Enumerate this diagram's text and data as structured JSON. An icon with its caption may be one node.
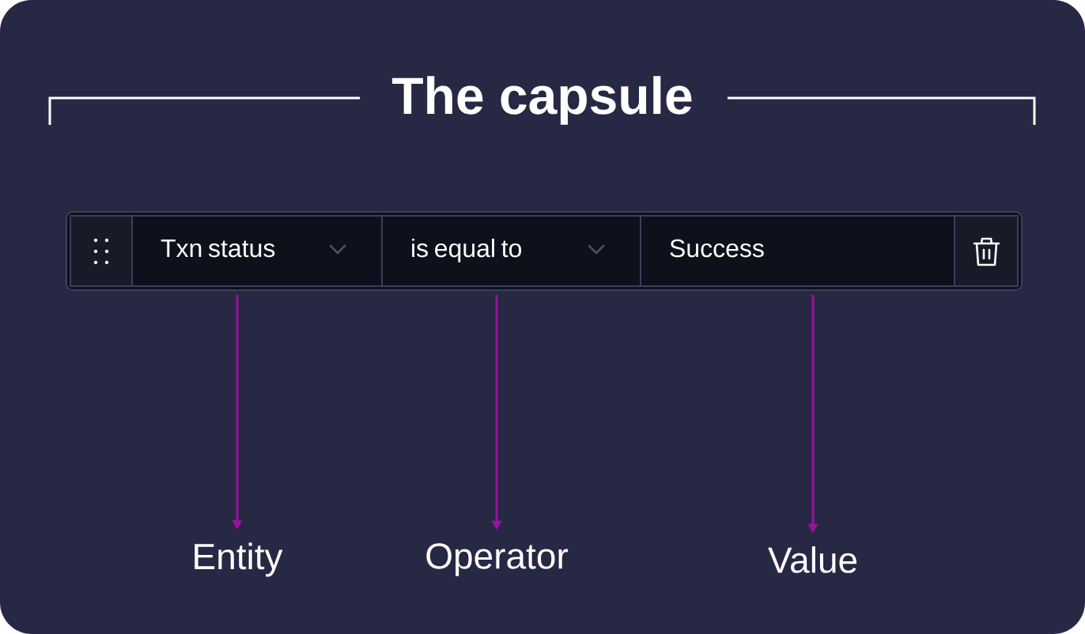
{
  "diagram": {
    "title": "The capsule",
    "nodes": [
      {
        "text": [],
        "shape": "bar"
      },
      {
        "text": [],
        "shape": "box",
        "in": 0
      },
      {
        "text": [
          "Txn status"
        ],
        "in": 0
      },
      {
        "text": [
          "is equal to"
        ],
        "in": 0
      },
      {
        "text": [
          "Success"
        ],
        "in": 0
      },
      {
        "text": [],
        "shape": "box",
        "in": 0
      },
      {
        "text": [
          "Entity"
        ]
      },
      {
        "text": [
          "Operator"
        ]
      },
      {
        "text": [
          "Value"
        ]
      }
    ],
    "edges": [
      {
        "from": 2,
        "to": 6,
        "arrow": "to"
      },
      {
        "from": 3,
        "to": 7,
        "arrow": "to"
      },
      {
        "from": 4,
        "to": 8,
        "arrow": "to"
      }
    ]
  }
}
